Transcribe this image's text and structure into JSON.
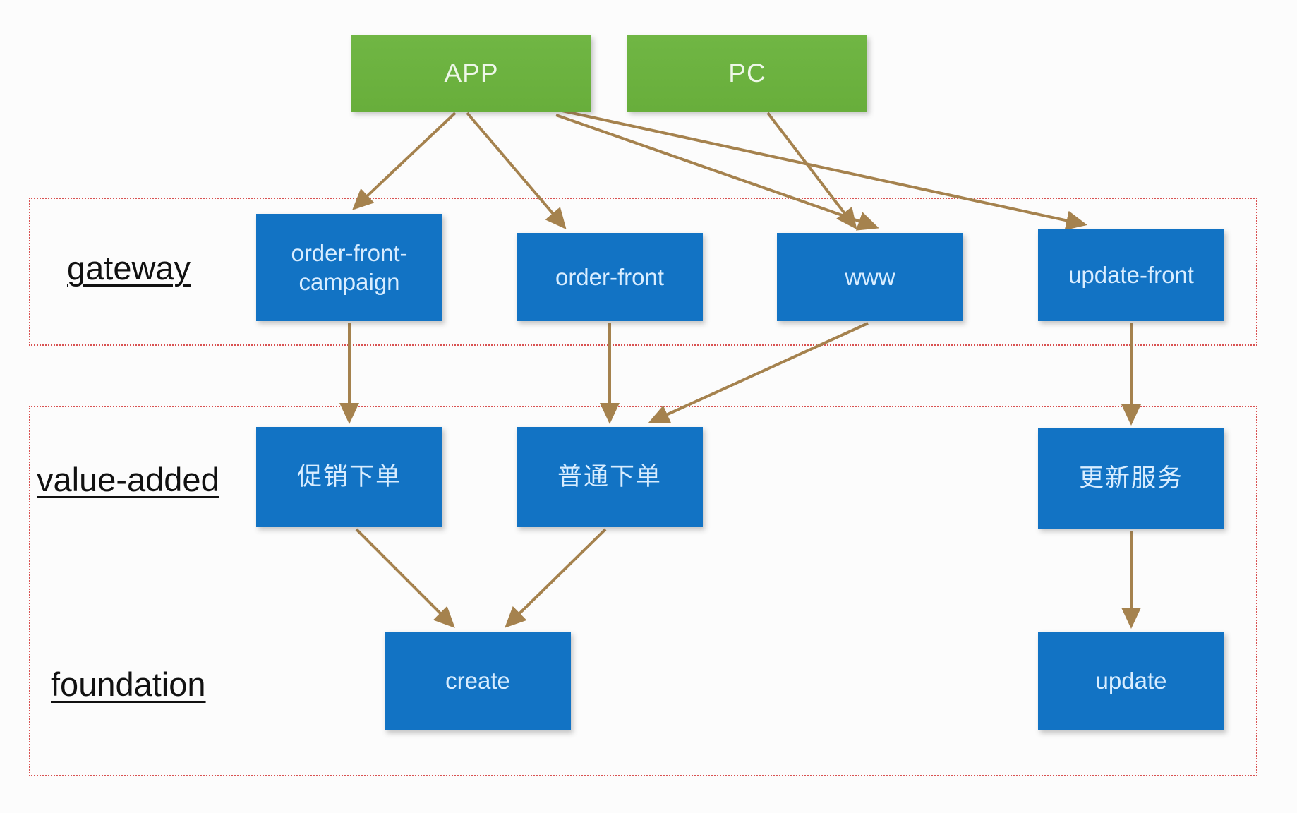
{
  "diagram": {
    "type": "architecture-diagram",
    "colors": {
      "client_box": "#6cb33f",
      "service_box": "#1273c4",
      "client_text": "#eef7e8",
      "service_text": "#d8edff",
      "arrow": "#a5824e",
      "section_border": "#d95252",
      "section_label_text": "#111111",
      "background": "#fcfcfc"
    },
    "clients": [
      {
        "id": "app",
        "label": "APP"
      },
      {
        "id": "pc",
        "label": "PC"
      }
    ],
    "sections": [
      {
        "id": "gateway",
        "label": "gateway",
        "nodes": [
          {
            "id": "order-front-campaign",
            "label": "order-front-campaign"
          },
          {
            "id": "order-front",
            "label": "order-front"
          },
          {
            "id": "www",
            "label": "www"
          },
          {
            "id": "update-front",
            "label": "update-front"
          }
        ]
      },
      {
        "id": "value-added",
        "label": "value-added",
        "nodes": [
          {
            "id": "promo-order",
            "label": "促销下单"
          },
          {
            "id": "normal-order",
            "label": "普通下单"
          },
          {
            "id": "update-service",
            "label": "更新服务"
          }
        ]
      },
      {
        "id": "foundation",
        "label": "foundation",
        "nodes": [
          {
            "id": "create",
            "label": "create"
          },
          {
            "id": "update",
            "label": "update"
          }
        ]
      }
    ],
    "edges": [
      {
        "from": "APP",
        "to": "order-front-campaign"
      },
      {
        "from": "APP",
        "to": "order-front"
      },
      {
        "from": "APP",
        "to": "www"
      },
      {
        "from": "APP",
        "to": "update-front"
      },
      {
        "from": "PC",
        "to": "www"
      },
      {
        "from": "order-front-campaign",
        "to": "促销下单"
      },
      {
        "from": "order-front",
        "to": "普通下单"
      },
      {
        "from": "www",
        "to": "普通下单"
      },
      {
        "from": "update-front",
        "to": "更新服务"
      },
      {
        "from": "促销下单",
        "to": "create"
      },
      {
        "from": "普通下单",
        "to": "create"
      },
      {
        "from": "更新服务",
        "to": "update"
      }
    ]
  }
}
